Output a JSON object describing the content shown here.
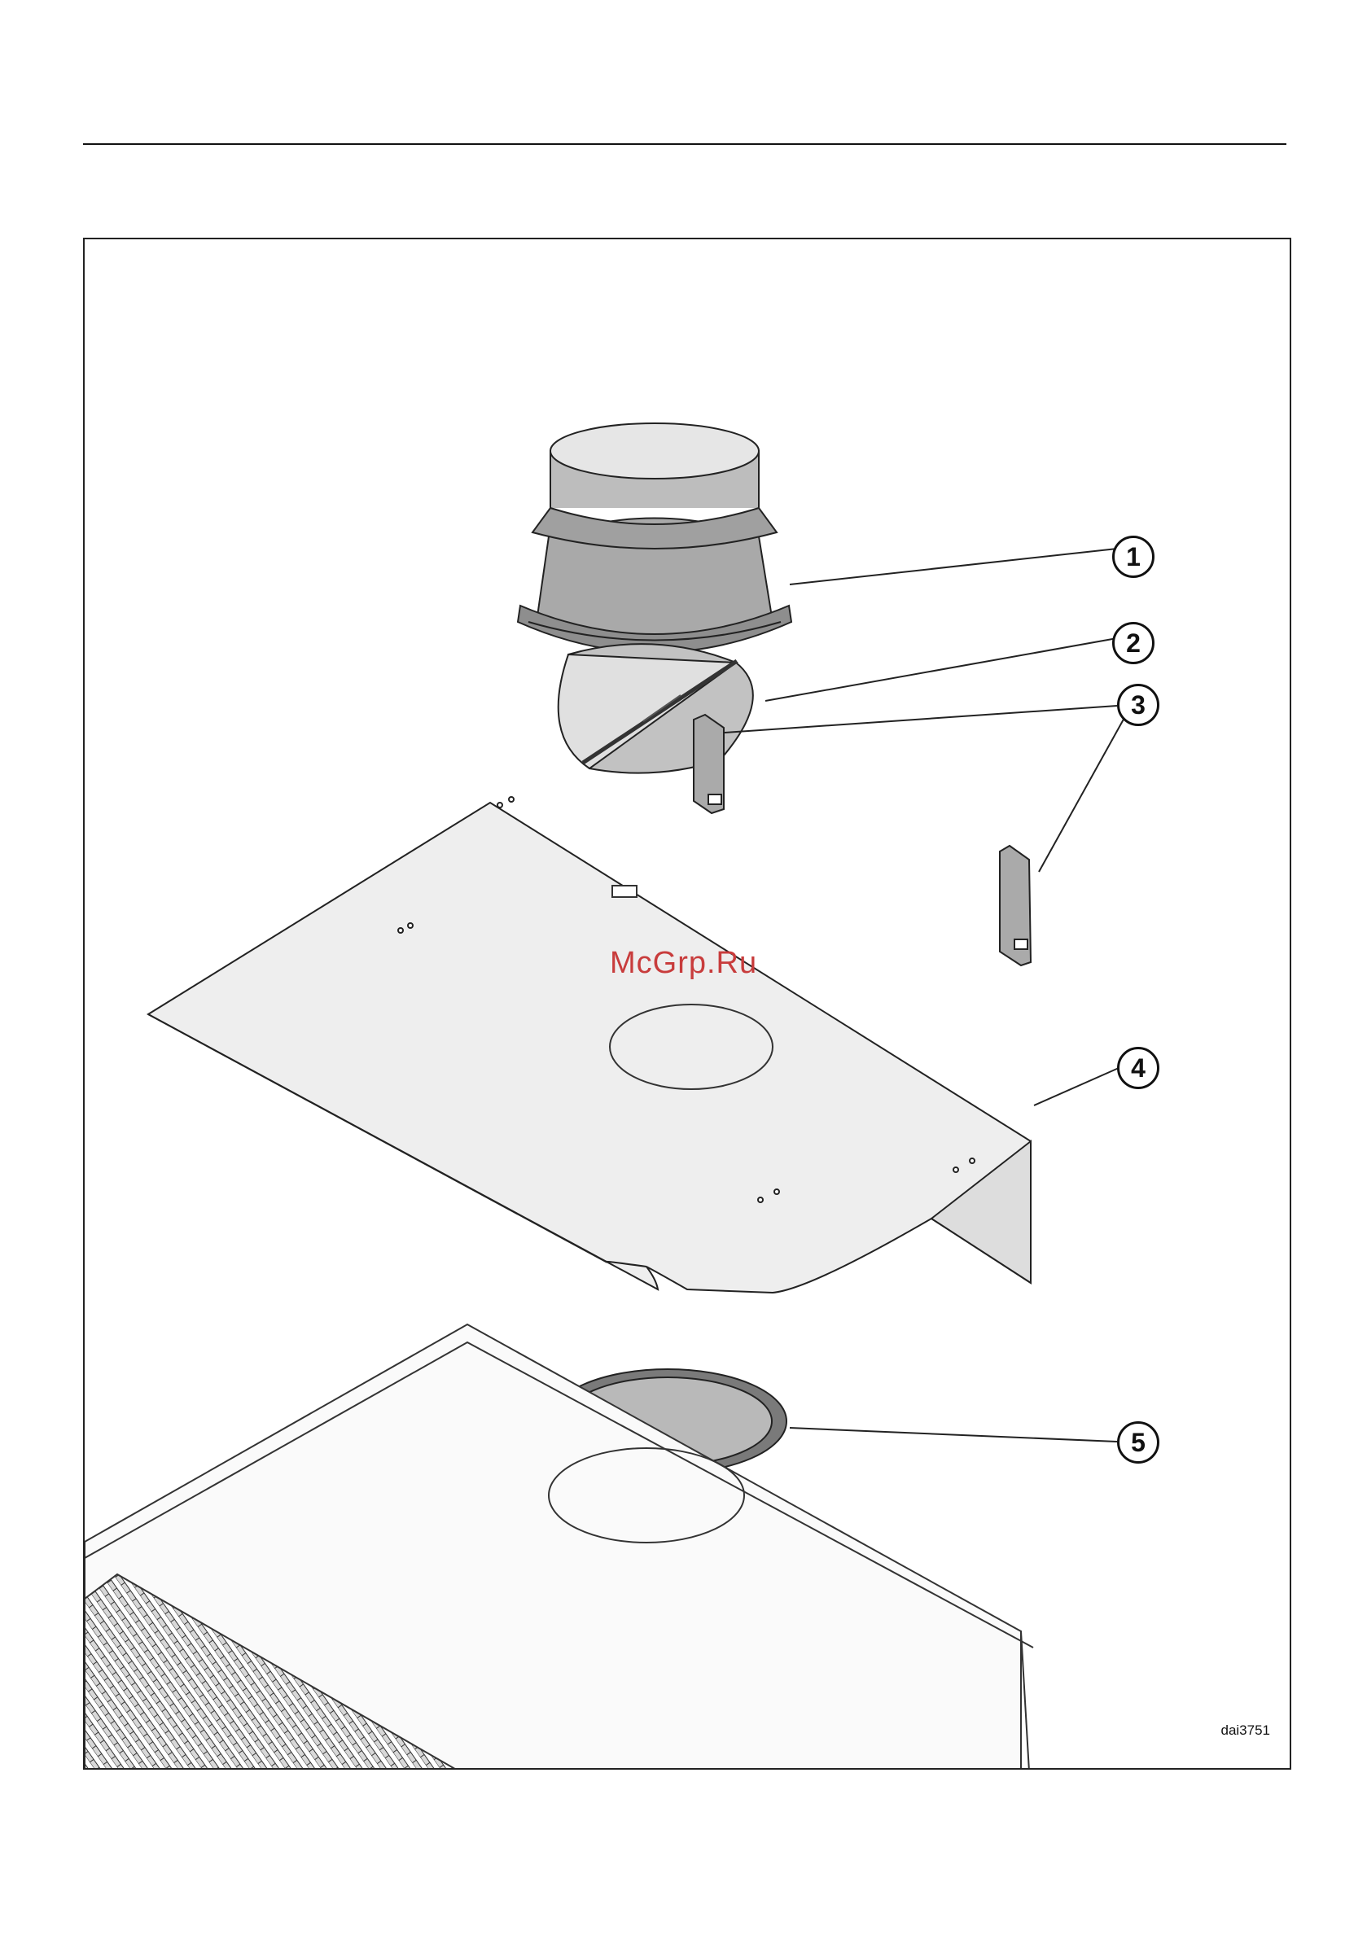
{
  "callouts": [
    "1",
    "2",
    "3",
    "4",
    "5"
  ],
  "figure_code": "dai3751",
  "watermark": "McGrp.Ru"
}
